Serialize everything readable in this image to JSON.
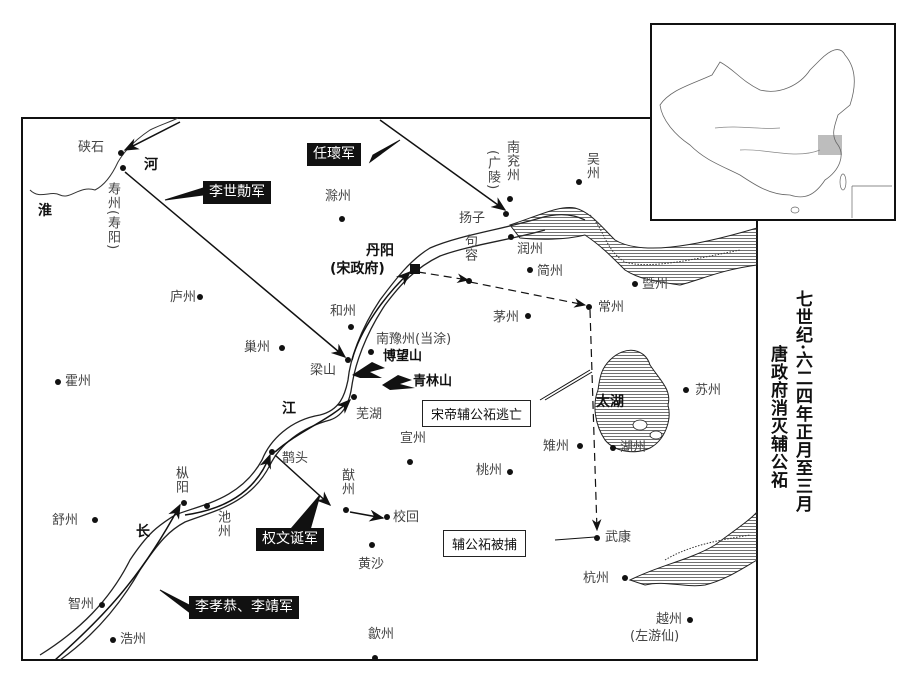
{
  "title": {
    "line1": "七世纪·六二四年正月至三月",
    "line2": "唐政府消灭辅公祏"
  },
  "rivers": {
    "huai": "淮",
    "he": "河",
    "jiang": "江",
    "chang": "长"
  },
  "capital": {
    "name": "丹阳",
    "note": "(宋政府)"
  },
  "lake": "太湖",
  "mountains": [
    "博望山",
    "青林山"
  ],
  "armies": [
    "任瓌军",
    "李世勣军",
    "权文诞军",
    "李孝恭、李靖军"
  ],
  "notes": {
    "escape": "宋帝辅公祏逃亡",
    "captured": "辅公祏被捕"
  },
  "places": {
    "xiashi": "硖石",
    "shouzhou": "寿州(寿阳)",
    "chuzhou": "滁州",
    "luzhou": "庐州",
    "chaozhou": "巢州",
    "huozhou": "霍州",
    "hezhou": "和州",
    "liangshan": "梁山",
    "nanyuzhou": "南豫州(当涂)",
    "wuhu": "芜湖",
    "quetou": "鹊头",
    "zongyang": "枞阳",
    "chizhou": "池州",
    "shuzhou": "舒州",
    "zhizhou": "智州",
    "haozhou": "浩州",
    "youzhou": "猷州",
    "xiaohui": "校回",
    "huangsha": "黄沙",
    "shezhou": "歙州",
    "xuanzhou": "宣州",
    "taozhou": "桃州",
    "zhizhou2": "雉州",
    "huzhou": "湖州",
    "wukang": "武康",
    "hangzhou": "杭州",
    "yuezhou": "越州",
    "zuoyouxian": "(左游仙)",
    "suzhou": "苏州",
    "changzhou": "常州",
    "maozhou": "茅州",
    "jurong": "句容",
    "jianzhou": "简州",
    "runzhou": "润州",
    "jizhou": "暨州",
    "yangzi": "扬子",
    "nanyanzhou": "南兖州",
    "guangling": "(广陵)",
    "wuzhou": "吴州"
  },
  "colors": {
    "ink": "#111111",
    "inset_highlight": "#bdbdbd"
  }
}
